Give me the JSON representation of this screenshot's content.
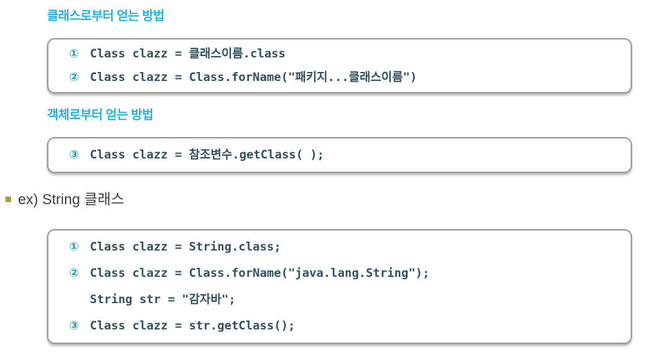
{
  "colors": {
    "heading": "#29aed8",
    "code_text": "#33505e",
    "code_marker": "#2e97ae",
    "box_border": "#9b9b9b",
    "bullet_square": "#a3a03c",
    "body_text": "#3d3d3d",
    "background": "#ffffff"
  },
  "headings": {
    "from_class": "클래스로부터 얻는 방법",
    "from_object": "객체로부터 얻는 방법"
  },
  "bullet": {
    "text": "ex) String 클래스"
  },
  "box1": {
    "lines": [
      {
        "marker": "①",
        "code": "Class clazz = 클래스이름.class"
      },
      {
        "marker": "②",
        "code": "Class clazz = Class.forName(\"패키지...클래스이름\")"
      }
    ]
  },
  "box2": {
    "lines": [
      {
        "marker": "③",
        "code": "Class clazz = 참조변수.getClass( );"
      }
    ]
  },
  "box3": {
    "lines": [
      {
        "marker": "①",
        "code": "Class clazz = String.class;"
      },
      {
        "marker": "②",
        "code": "Class clazz = Class.forName(\"java.lang.String\");"
      },
      {
        "marker": "",
        "code": "String str = \"감자바\";"
      },
      {
        "marker": "③",
        "code": "Class clazz = str.getClass();"
      }
    ]
  }
}
